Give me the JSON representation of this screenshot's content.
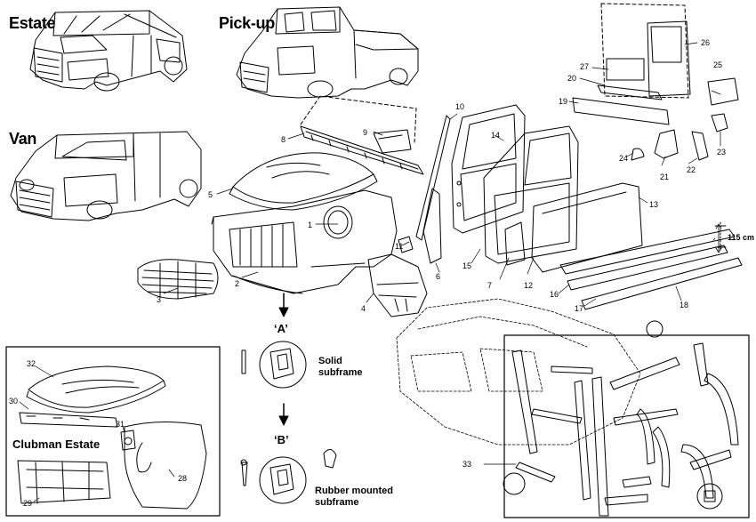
{
  "titles": {
    "estate": "Estate",
    "pickup": "Pick-up",
    "van": "Van",
    "clubman": "Clubman Estate"
  },
  "stages": {
    "a": "‘A’",
    "b": "‘B’"
  },
  "captions": {
    "solid": "Solid\nsubframe",
    "rubber": "Rubber mounted\nsubframe"
  },
  "dimension": "115 cm",
  "parts": {
    "p1": "1",
    "p2": "2",
    "p3": "3",
    "p4": "4",
    "p5": "5",
    "p6": "6",
    "p7": "7",
    "p8": "8",
    "p9": "9",
    "p10": "10",
    "p11": "11",
    "p12": "12",
    "p13": "13",
    "p14": "14",
    "p15": "15",
    "p16": "16",
    "p17": "17",
    "p18": "18",
    "p19": "19",
    "p20": "20",
    "p21": "21",
    "p22": "22",
    "p23": "23",
    "p24": "24",
    "p25": "25",
    "p26": "26",
    "p27": "27",
    "p28": "28",
    "p29": "29",
    "p30": "30",
    "p31": "31",
    "p32": "32",
    "p33": "33"
  }
}
